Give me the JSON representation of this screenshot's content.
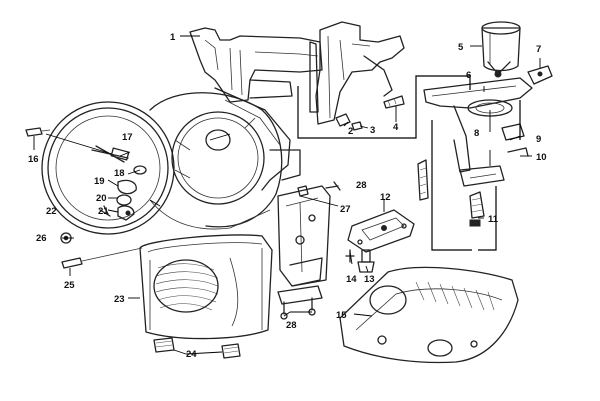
{
  "diagram": {
    "type": "exploded-parts-view",
    "callouts": [
      {
        "id": "c1",
        "text": "1"
      },
      {
        "id": "c2",
        "text": "2"
      },
      {
        "id": "c3",
        "text": "3"
      },
      {
        "id": "c4",
        "text": "4"
      },
      {
        "id": "c5",
        "text": "5"
      },
      {
        "id": "c6",
        "text": "6"
      },
      {
        "id": "c7",
        "text": "7"
      },
      {
        "id": "c8",
        "text": "8"
      },
      {
        "id": "c9",
        "text": "9"
      },
      {
        "id": "c10",
        "text": "10"
      },
      {
        "id": "c11",
        "text": "11"
      },
      {
        "id": "c12",
        "text": "12"
      },
      {
        "id": "c13",
        "text": "13"
      },
      {
        "id": "c14",
        "text": "14"
      },
      {
        "id": "c15",
        "text": "15"
      },
      {
        "id": "c16",
        "text": "16"
      },
      {
        "id": "c17",
        "text": "17"
      },
      {
        "id": "c18",
        "text": "18"
      },
      {
        "id": "c19",
        "text": "19"
      },
      {
        "id": "c20",
        "text": "20"
      },
      {
        "id": "c21",
        "text": "21"
      },
      {
        "id": "c22",
        "text": "22"
      },
      {
        "id": "c23",
        "text": "23"
      },
      {
        "id": "c24",
        "text": "24"
      },
      {
        "id": "c25",
        "text": "25"
      },
      {
        "id": "c26",
        "text": "26"
      },
      {
        "id": "c27",
        "text": "27"
      },
      {
        "id": "c28a",
        "text": "28"
      },
      {
        "id": "c28b",
        "text": "28"
      }
    ]
  }
}
